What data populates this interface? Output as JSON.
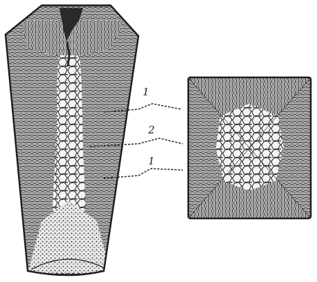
{
  "labels": {
    "upper": "1",
    "middle": "2",
    "lower": "1"
  },
  "colors": {
    "ink": "#1e1e1e",
    "paper": "#ffffff",
    "shading": "#cfcfcf",
    "pipe": "#2a2a2a"
  },
  "figures": {
    "ingot": "ingot-longitudinal-section",
    "cross_section": "ingot-transverse-section"
  },
  "zones": [
    "columnar-crystal-zone",
    "equiaxed-central-zone",
    "columnar-crystal-zone"
  ]
}
